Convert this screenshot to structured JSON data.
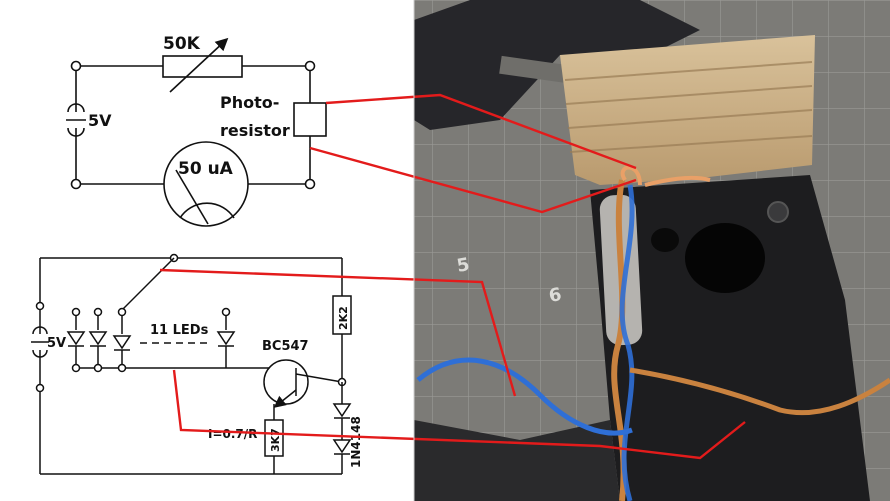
{
  "circuit1": {
    "pot_label": "50K",
    "source_label": "5V",
    "photo_label_1": "Photo-",
    "photo_label_2": "resistor",
    "meter_label": "50 uA"
  },
  "circuit2": {
    "source_label": "5V",
    "led_label": "11 LEDs",
    "transistor_label": "BC547",
    "resistor_top_label": "2K2",
    "resistor_bottom_label": "3K7",
    "current_label": "I=0.7/R",
    "diode_label": "1N4148"
  },
  "photo": {
    "ruler_marks": [
      "5",
      "6"
    ]
  },
  "colors": {
    "callout": "#e31b1b",
    "ink": "#111111",
    "board": "#1d1d1f",
    "wood": "#c9ad84",
    "mat": "#8b8a86",
    "wire_blue": "#2f6fd6",
    "wire_orange": "#c9823f"
  }
}
